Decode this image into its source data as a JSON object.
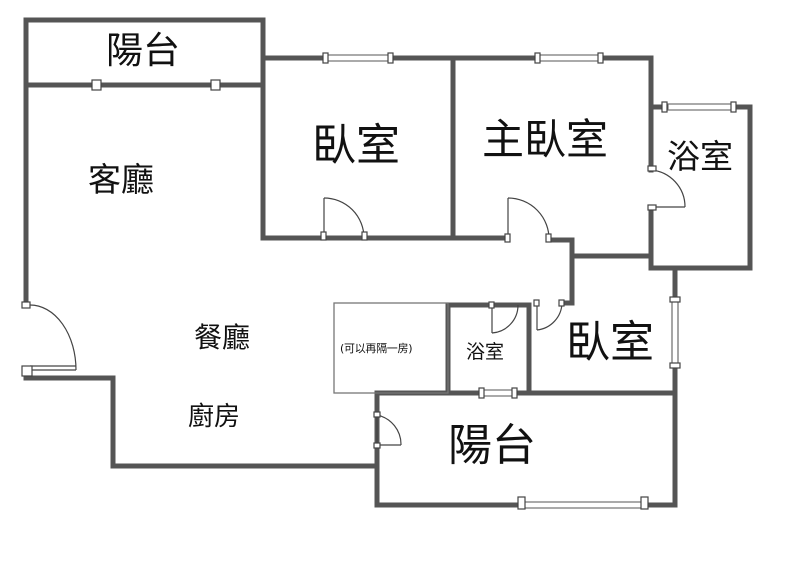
{
  "rooms": {
    "balcony_top": "陽台",
    "living_room": "客廳",
    "bedroom_1": "臥室",
    "master_bedroom": "主臥室",
    "bathroom_1": "浴室",
    "dining_room": "餐廳",
    "partition_room": "(可以再隔一房)",
    "bathroom_2": "浴室",
    "bedroom_2": "臥室",
    "kitchen": "廚房",
    "balcony_bottom": "陽台"
  }
}
